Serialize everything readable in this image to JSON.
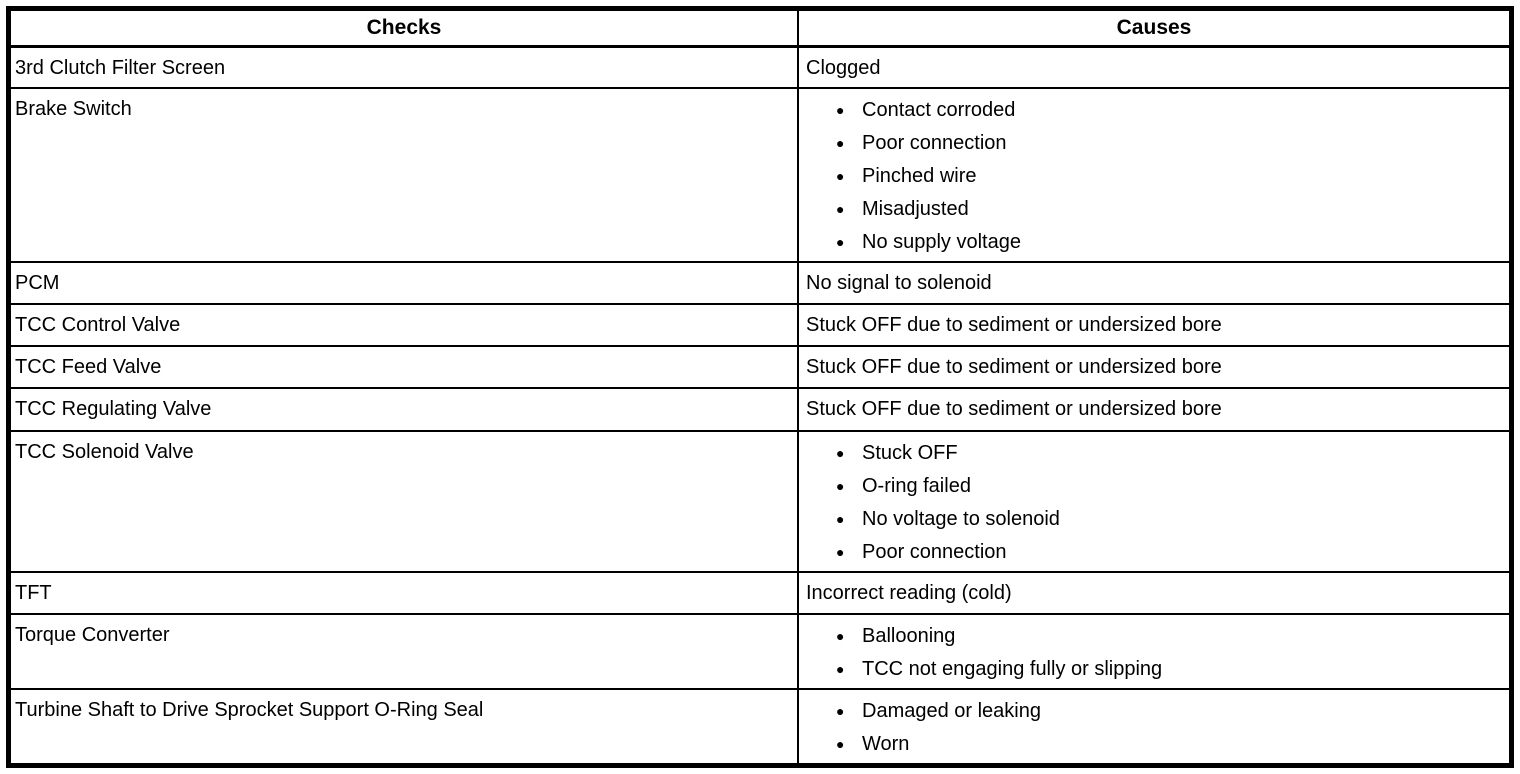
{
  "table": {
    "headers": {
      "checks": "Checks",
      "causes": "Causes"
    },
    "rows": [
      {
        "check": "3rd Clutch Filter Screen",
        "bulleted": false,
        "causes": [
          "Clogged"
        ]
      },
      {
        "check": "Brake Switch",
        "bulleted": true,
        "causes": [
          "Contact corroded",
          "Poor connection",
          "Pinched wire",
          "Misadjusted",
          "No supply voltage"
        ]
      },
      {
        "check": "PCM",
        "bulleted": false,
        "causes": [
          "No signal to solenoid"
        ]
      },
      {
        "check": "TCC Control Valve",
        "bulleted": false,
        "causes": [
          "Stuck OFF due to sediment or undersized bore"
        ]
      },
      {
        "check": "TCC Feed Valve",
        "bulleted": false,
        "causes": [
          "Stuck OFF due to sediment or undersized bore"
        ]
      },
      {
        "check": "TCC Regulating Valve",
        "bulleted": false,
        "causes": [
          "Stuck OFF due to sediment or undersized bore"
        ]
      },
      {
        "check": "TCC Solenoid Valve",
        "bulleted": true,
        "causes": [
          "Stuck OFF",
          "O-ring failed",
          "No voltage to solenoid",
          "Poor connection"
        ]
      },
      {
        "check": "TFT",
        "bulleted": false,
        "causes": [
          "Incorrect reading (cold)"
        ]
      },
      {
        "check": "Torque Converter",
        "bulleted": true,
        "causes": [
          "Ballooning",
          "TCC not engaging fully or slipping"
        ]
      },
      {
        "check": "Turbine Shaft to Drive Sprocket Support O-Ring Seal",
        "bulleted": true,
        "causes": [
          "Damaged or leaking",
          "Worn"
        ]
      }
    ]
  },
  "icons": {
    "bullet": "●"
  },
  "colors": {
    "border": "#000000",
    "background": "#ffffff",
    "text": "#000000"
  }
}
